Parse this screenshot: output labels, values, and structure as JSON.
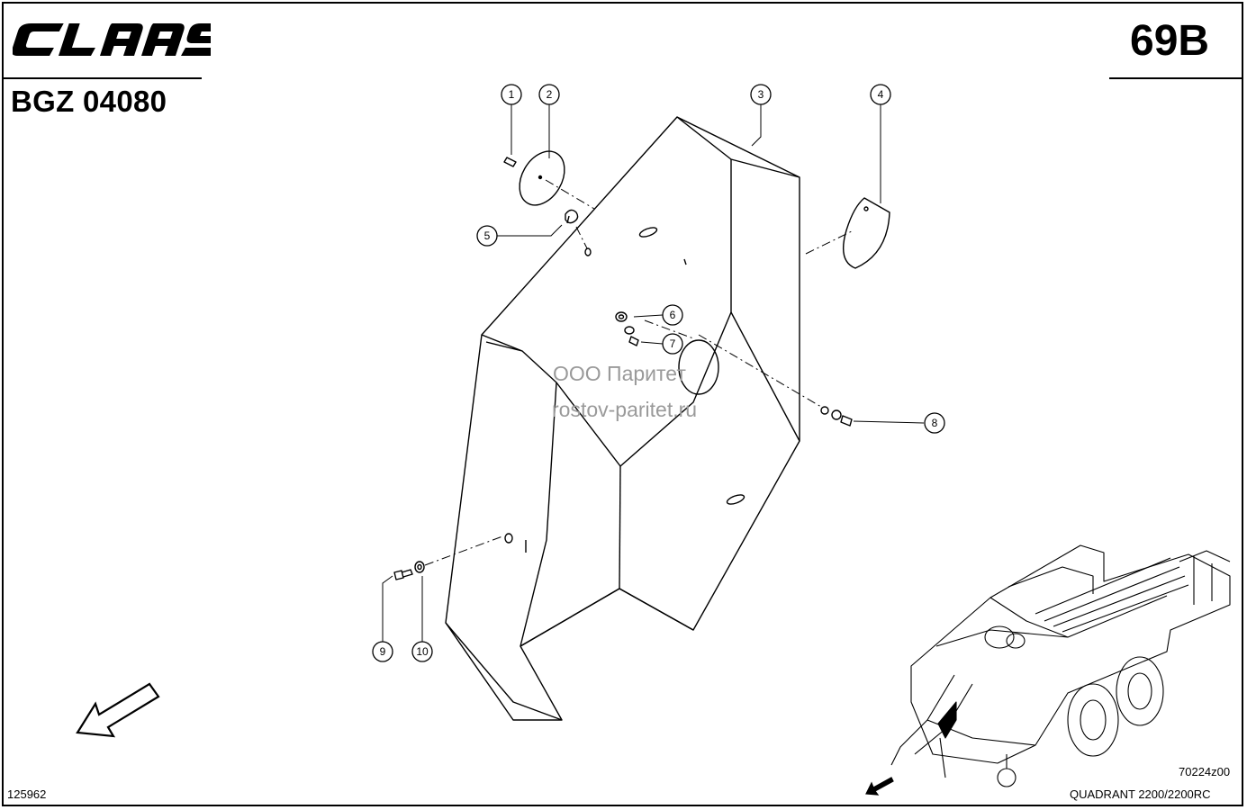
{
  "header": {
    "brand": "CLAAS",
    "doc_code": "BGZ 04080",
    "page_code": "69B"
  },
  "callouts": [
    {
      "id": "c1",
      "label": "1"
    },
    {
      "id": "c2",
      "label": "2"
    },
    {
      "id": "c3",
      "label": "3"
    },
    {
      "id": "c4",
      "label": "4"
    },
    {
      "id": "c5",
      "label": "5"
    },
    {
      "id": "c6",
      "label": "6"
    },
    {
      "id": "c7",
      "label": "7"
    },
    {
      "id": "c8",
      "label": "8"
    },
    {
      "id": "c9",
      "label": "9"
    },
    {
      "id": "c10",
      "label": "10"
    }
  ],
  "watermark": {
    "line1": "ООО Паритет",
    "line2": "rostov-paritet.ru"
  },
  "footer": {
    "drawing_no": "125962",
    "ref_no": "70224z00",
    "model": "QUADRANT 2200/2200RC"
  }
}
